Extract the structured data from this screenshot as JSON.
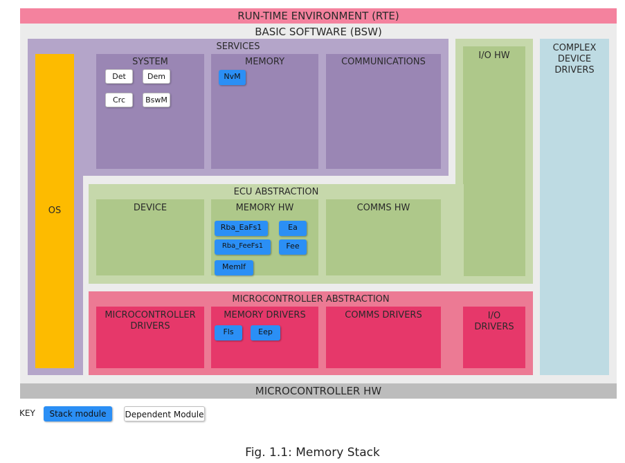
{
  "colors": {
    "rte": "#f4829e",
    "bsw_bg": "#ececec",
    "services": "#b4a5c9",
    "services_inner": "#9a86b4",
    "os": "#fdbb00",
    "io_hw_outer": "#c6d8ab",
    "io_hw_inner": "#aec88a",
    "complex_drivers": "#bedbe3",
    "ecu_outer": "#c6d8ab",
    "ecu_inner": "#aec88a",
    "mcal_outer": "#ec7a94",
    "mcal_inner": "#e6386a",
    "mc_hw": "#bcbcbc",
    "stack_module": "#2b8ff5",
    "dependent_module": "#ffffff"
  },
  "rte": {
    "label": "RUN-TIME ENVIRONMENT (RTE)"
  },
  "bsw": {
    "label": "BASIC SOFTWARE (BSW)"
  },
  "services": {
    "label": "SERVICES",
    "system": {
      "label": "SYSTEM",
      "modules": [
        "Det",
        "Dem",
        "Crc",
        "BswM"
      ]
    },
    "memory": {
      "label": "MEMORY",
      "modules": [
        "NvM"
      ]
    },
    "communications": {
      "label": "COMMUNICATIONS"
    }
  },
  "os": {
    "label": "OS"
  },
  "io_hw": {
    "label": "I/O HW"
  },
  "complex_drivers": {
    "label": "COMPLEX\nDEVICE\nDRIVERS"
  },
  "ecu_abstraction": {
    "label": "ECU ABSTRACTION",
    "device": {
      "label": "DEVICE"
    },
    "memory_hw": {
      "label": "MEMORY HW",
      "modules": [
        "Rba_EaFs1",
        "Ea",
        "Rba_FeeFs1",
        "Fee",
        "MemIf"
      ]
    },
    "comms_hw": {
      "label": "COMMS HW"
    }
  },
  "mcal": {
    "label": "MICROCONTROLLER ABSTRACTION",
    "mc_drivers": {
      "label": "MICROCONTROLLER\nDRIVERS"
    },
    "memory_drivers": {
      "label": "MEMORY DRIVERS",
      "modules": [
        "Fls",
        "Eep"
      ]
    },
    "comms_drivers": {
      "label": "COMMS DRIVERS"
    },
    "io_drivers": {
      "label": "I/O\nDRIVERS"
    }
  },
  "mc_hw": {
    "label": "MICROCONTROLLER HW"
  },
  "key": {
    "label": "KEY",
    "stack": "Stack module",
    "dependent": "Dependent Module"
  },
  "caption": "Fig. 1.1: Memory Stack"
}
